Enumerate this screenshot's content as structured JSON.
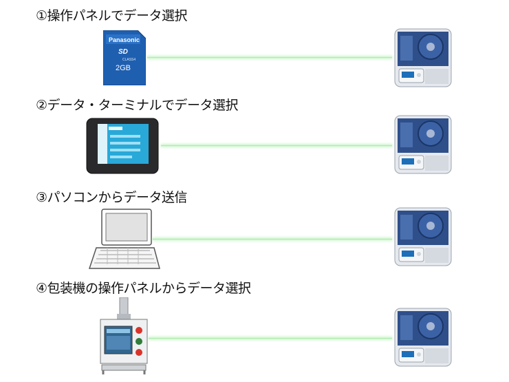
{
  "rows": [
    {
      "label": "①操作パネルでデータ選択",
      "device": "sd-card",
      "sd_brand": "Panasonic",
      "sd_logo": "SD",
      "sd_class": "CLASS4",
      "sd_capacity": "2GB"
    },
    {
      "label": "②データ・ターミナルでデータ選択",
      "device": "data-terminal"
    },
    {
      "label": "③パソコンからデータ送信",
      "device": "laptop-computer"
    },
    {
      "label": "④包装機の操作パネルからデータ選択",
      "device": "packaging-machine-control-panel"
    }
  ],
  "target_device": "thermal-transfer-printer",
  "colors": {
    "link_line": "#9fe89f",
    "printer_body": "#2e4f8a",
    "printer_light": "#e6e9ee"
  }
}
